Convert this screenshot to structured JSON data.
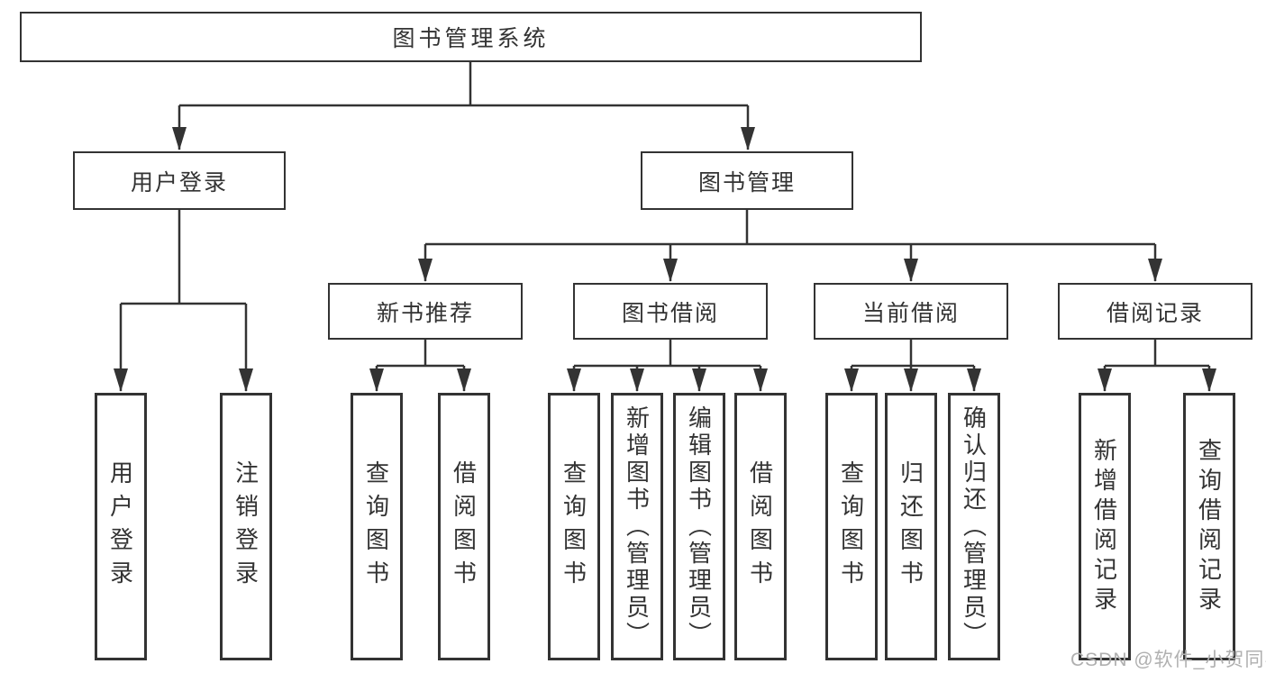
{
  "diagram": {
    "title": "图书管理系统",
    "tree": {
      "label": "图书管理系统",
      "children": [
        {
          "label": "用户登录",
          "children": [
            {
              "label": "用户登录"
            },
            {
              "label": "注销登录"
            }
          ]
        },
        {
          "label": "图书管理",
          "children": [
            {
              "label": "新书推荐",
              "children": [
                {
                  "label": "查询图书"
                },
                {
                  "label": "借阅图书"
                }
              ]
            },
            {
              "label": "图书借阅",
              "children": [
                {
                  "label": "查询图书"
                },
                {
                  "label": "新增图书（管理员）"
                },
                {
                  "label": "编辑图书（管理员）"
                },
                {
                  "label": "借阅图书"
                }
              ]
            },
            {
              "label": "当前借阅",
              "children": [
                {
                  "label": "查询图书"
                },
                {
                  "label": "归还图书"
                },
                {
                  "label": "确认归还（管理员）"
                }
              ]
            },
            {
              "label": "借阅记录",
              "children": [
                {
                  "label": "新增借阅记录"
                },
                {
                  "label": "查询借阅记录"
                }
              ]
            }
          ]
        }
      ]
    },
    "colors": {
      "line": "#333333",
      "box_border": "#333333",
      "box_fill": "#ffffff",
      "text": "#333333",
      "background": "#ffffff",
      "watermark": "#b0b0b0"
    }
  },
  "watermark": {
    "text": "CSDN @软件_小贺同学"
  }
}
